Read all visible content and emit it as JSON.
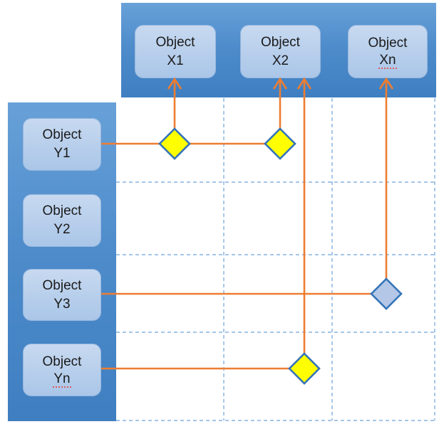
{
  "diagram": {
    "type": "matrix-relationship-diagram",
    "x_nodes": [
      {
        "line1": "Object",
        "line2": "X1"
      },
      {
        "line1": "Object",
        "line2": "X2"
      },
      {
        "line1": "Object",
        "line2": "Xn"
      }
    ],
    "y_nodes": [
      {
        "line1": "Object",
        "line2": "Y1"
      },
      {
        "line1": "Object",
        "line2": "Y2"
      },
      {
        "line1": "Object",
        "line2": "Y3"
      },
      {
        "line1": "Object",
        "line2": "Yn"
      }
    ],
    "relationships": [
      {
        "from": "Object Y1",
        "to": "Object X1",
        "marker": "yellow-diamond"
      },
      {
        "from": "Object Y1",
        "to": "Object X2",
        "marker": "yellow-diamond"
      },
      {
        "from": "Object Y3",
        "to": "Object Xn",
        "marker": "blue-diamond"
      },
      {
        "from": "Object Yn",
        "to": "Object X2",
        "marker": "yellow-diamond"
      }
    ]
  },
  "colors": {
    "band_gradient_top": "#68a1d8",
    "band_gradient_bottom": "#3f7fc1",
    "node_fill_top": "#c7d9f0",
    "node_fill_bottom": "#aac6e8",
    "node_border": "#96b6de",
    "node_text": "#1a1a1a",
    "grid_dash": "#6fa3dc",
    "connector_orange": "#ed7d31",
    "diamond_yellow": "#ffff00",
    "diamond_blue": "#b4c7e7",
    "diamond_border": "#3474b8",
    "spellcheck_red": "#dd5c5c",
    "canvas_bg": "#ffffff"
  }
}
